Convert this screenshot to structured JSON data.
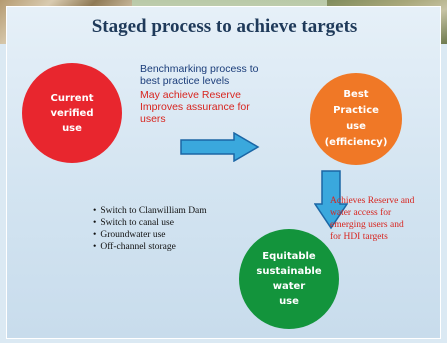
{
  "title": "Staged process to achieve targets",
  "nodes": {
    "current": {
      "lines": [
        "Current",
        "verified",
        "use"
      ],
      "color": "#e8262e"
    },
    "best": {
      "lines": [
        "Best",
        "Practice",
        "use",
        "(efficiency)"
      ],
      "color": "#f07826"
    },
    "equitable": {
      "lines": [
        "Equitable",
        "sustainable",
        "water",
        "use"
      ],
      "color": "#13943c"
    }
  },
  "benchmarking_text": [
    "Benchmarking process to",
    "best practice levels"
  ],
  "reserve_text": [
    "May achieve Reserve",
    "Improves assurance for",
    "users"
  ],
  "achieves_text": [
    "Achieves Reserve  and",
    "water access for",
    "emerging users and",
    "for HDI targets"
  ],
  "bullets": [
    "Switch to Clanwilliam Dam",
    "Switch to canal use",
    "Groundwater use",
    "Off-channel storage"
  ],
  "colors": {
    "arrow_fill": "#3aa8dd",
    "arrow_stroke": "#1b66a5",
    "title": "#1f3a5a"
  }
}
